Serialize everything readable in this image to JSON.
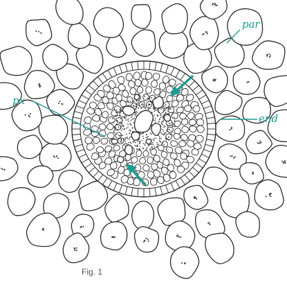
{
  "labels": {
    "par": "par",
    "px": "px",
    "end": "end"
  },
  "caption": "Fig. 1",
  "colors": {
    "label": "#1a9c93",
    "ink": "#2a2a2a",
    "dot": "#333333"
  }
}
